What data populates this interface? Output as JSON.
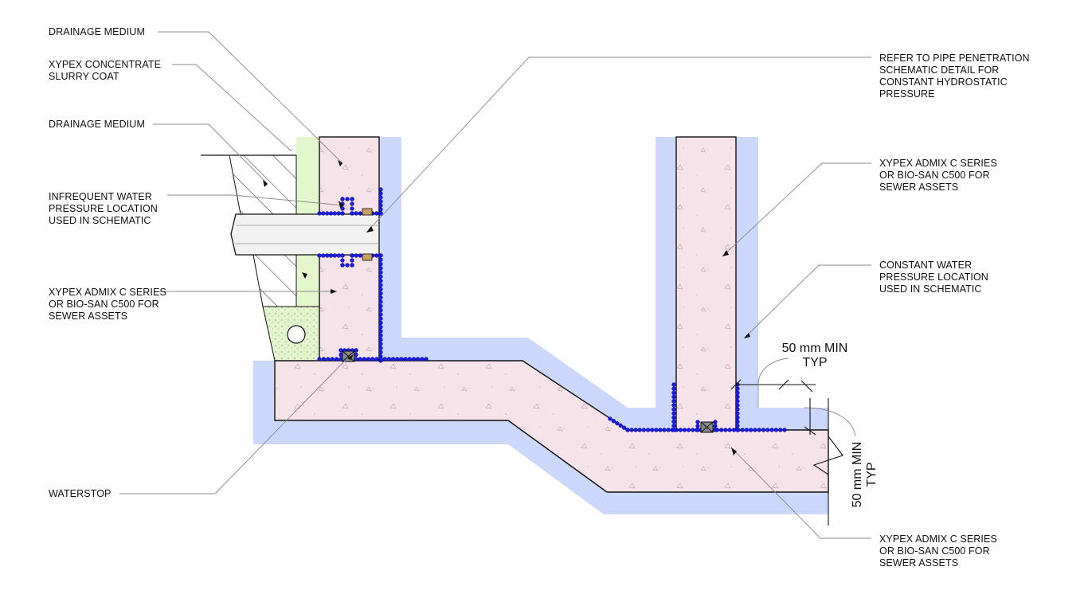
{
  "labels": {
    "drainage_medium_top": "DRAINAGE MEDIUM",
    "xypex_concentrate": "XYPEX CONCENTRATE\nSLURRY COAT",
    "drainage_medium_mid": "DRAINAGE MEDIUM",
    "infrequent_pressure": "INFREQUENT WATER\nPRESSURE LOCATION\nUSED IN SCHEMATIC",
    "admix_left": "XYPEX ADMIX C SERIES\nOR BIO-SAN C500 FOR\nSEWER ASSETS",
    "waterstop": "WATERSTOP",
    "pipe_penetration": "REFER TO PIPE PENETRATION\nSCHEMATIC DETAIL FOR\nCONSTANT HYDROSTATIC\nPRESSURE",
    "admix_right_top": "XYPEX ADMIX C SERIES\nOR BIO-SAN C500 FOR\nSEWER ASSETS",
    "constant_pressure": "CONSTANT WATER\nPRESSURE LOCATION\nUSED IN SCHEMATIC",
    "admix_right_bottom": "XYPEX ADMIX C SERIES\nOR BIO-SAN C500 FOR\nSEWER ASSETS"
  },
  "dimensions": {
    "horizontal": "50 mm MIN\nTYP",
    "vertical": "50 mm MIN\nTYP"
  },
  "colors": {
    "concrete": "#f6e3ea",
    "waterproof_zone": "#ccd8fb",
    "drainage": "#e3f6cc",
    "crystalline_dots": "#1a1ae6",
    "outline": "#111111",
    "leader": "#888888"
  }
}
